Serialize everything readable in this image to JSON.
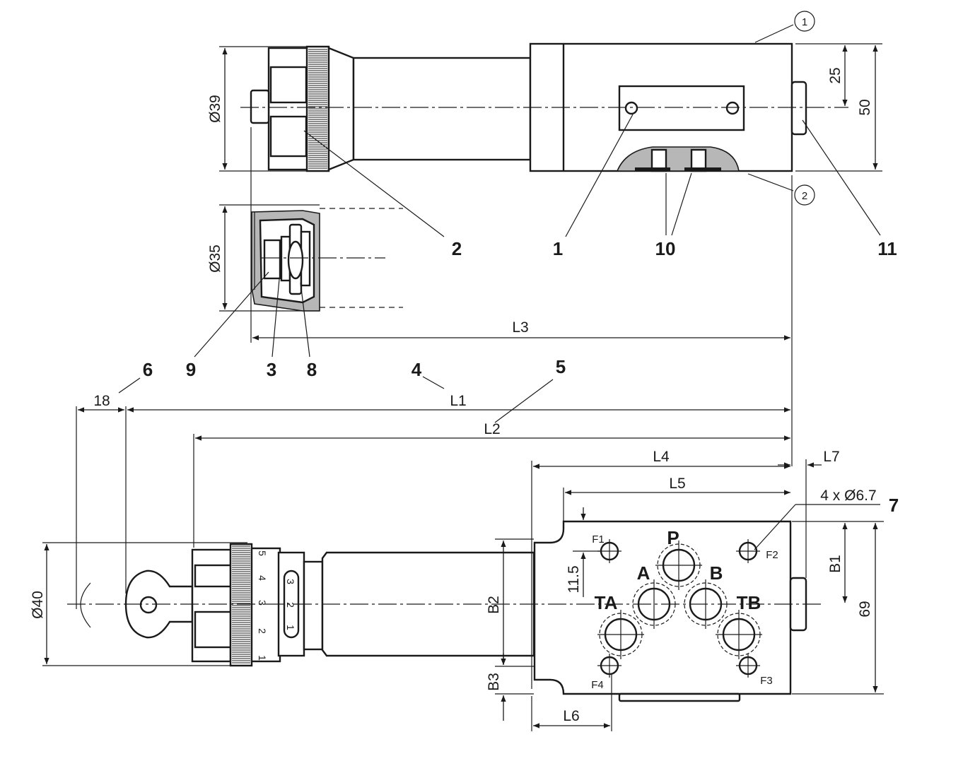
{
  "dimensions": {
    "L1": "L1",
    "L2": "L2",
    "L3": "L3",
    "L4": "L4",
    "L5": "L5",
    "L6": "L6",
    "L7": "L7",
    "B1": "B1",
    "B2": "B2",
    "B3": "B3",
    "d39": "Ø39",
    "d35": "Ø35",
    "d40": "Ø40",
    "v18": "18",
    "v25": "25",
    "v50": "50",
    "v69": "69",
    "v11_5": "11.5",
    "holes": "4 x Ø6.7"
  },
  "ports": {
    "P": "P",
    "A": "A",
    "B": "B",
    "TA": "TA",
    "TB": "TB"
  },
  "fixing_holes": {
    "F1": "F1",
    "F2": "F2",
    "F3": "F3",
    "F4": "F4"
  },
  "position_numbers": {
    "n1": "1",
    "n2": "2",
    "n3": "3",
    "n4": "4",
    "n5": "5",
    "n6": "6",
    "n7": "7",
    "n8": "8",
    "n9": "9",
    "n10": "10",
    "n11": "11"
  },
  "circled_refs": {
    "c1": "1",
    "c2": "2"
  },
  "scale": {
    "s1": "1",
    "s2": "2",
    "s3": "3",
    "s4": "4",
    "s5": "5"
  },
  "dial": {
    "d1": "1",
    "d2": "2",
    "d3": "3"
  }
}
